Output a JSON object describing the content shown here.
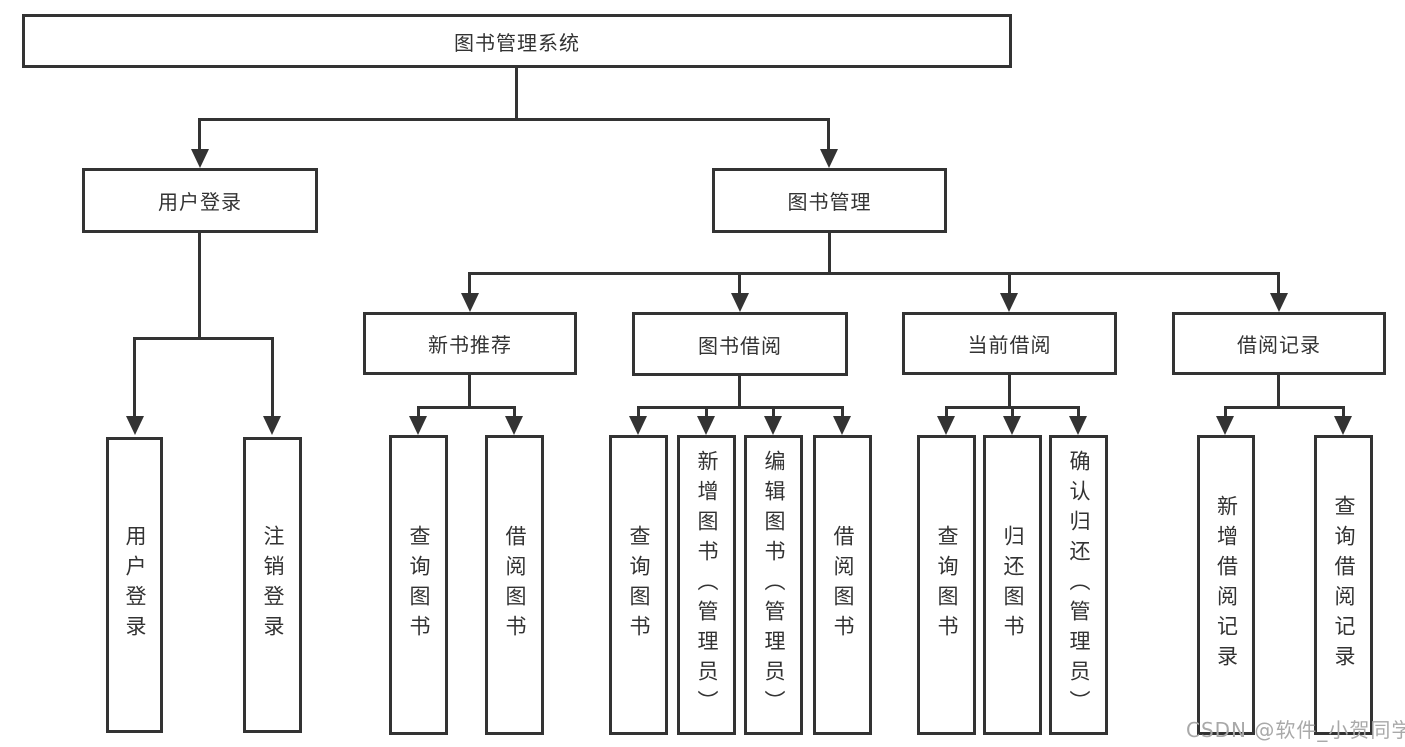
{
  "colors": {
    "line": "#333333",
    "box_background": "#ffffff",
    "text": "#333333",
    "watermark": "#a9a9a9"
  },
  "watermark": "CSDN @软件_小贺同学",
  "tree": {
    "root": "图书管理系统",
    "branches": [
      {
        "label": "用户登录",
        "children": [
          "用户登录",
          "注销登录"
        ]
      },
      {
        "label": "图书管理",
        "groups": [
          {
            "label": "新书推荐",
            "children": [
              "查询图书",
              "借阅图书"
            ]
          },
          {
            "label": "图书借阅",
            "children": [
              "查询图书",
              "新增图书（管理员）",
              "编辑图书（管理员）",
              "借阅图书"
            ]
          },
          {
            "label": "当前借阅",
            "children": [
              "查询图书",
              "归还图书",
              "确认归还（管理员）"
            ]
          },
          {
            "label": "借阅记录",
            "children": [
              "新增借阅记录",
              "查询借阅记录"
            ]
          }
        ]
      }
    ]
  }
}
